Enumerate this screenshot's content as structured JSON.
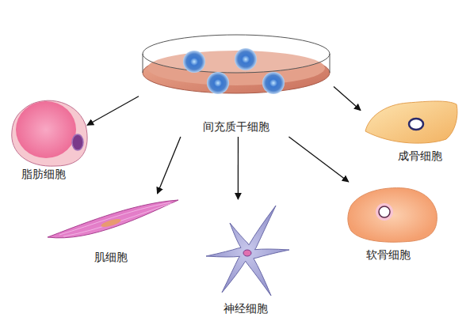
{
  "diagram": {
    "nodes": [
      {
        "text": [
          "间充质干细胞"
        ]
      },
      {
        "text": [
          "脂肪细胞"
        ]
      },
      {
        "text": [
          "成骨细胞"
        ]
      },
      {
        "text": [
          "肌细胞"
        ]
      },
      {
        "text": [
          "神经细胞"
        ]
      },
      {
        "text": [
          "软骨细胞"
        ]
      }
    ],
    "edges": [
      {
        "from": 0,
        "to": 1,
        "arrow": "to"
      },
      {
        "from": 0,
        "to": 2,
        "arrow": "to"
      },
      {
        "from": 0,
        "to": 3,
        "arrow": "to"
      },
      {
        "from": 0,
        "to": 4,
        "arrow": "to"
      },
      {
        "from": 0,
        "to": 5,
        "arrow": "to"
      }
    ]
  }
}
